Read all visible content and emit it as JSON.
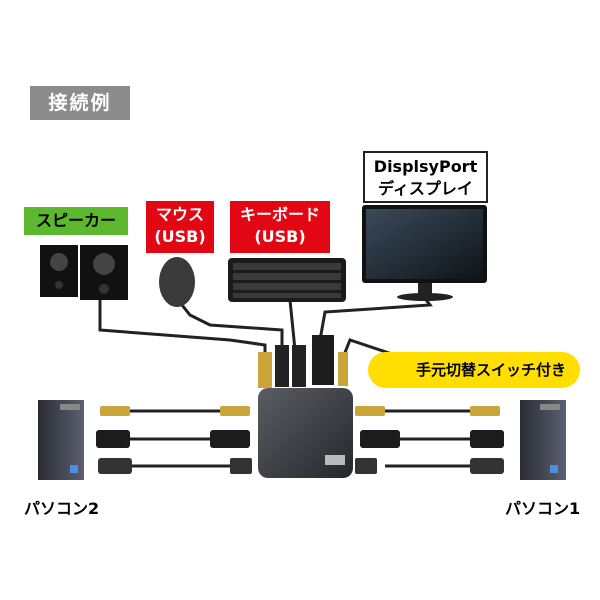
{
  "title": "接続例",
  "labels": {
    "speaker": "スピーカー",
    "mouse_line1": "マウス",
    "mouse_line2": "(USB)",
    "keyboard_line1": "キーボード",
    "keyboard_line2": "(USB)",
    "display_line1": "DisplsyPort",
    "display_line2": "ディスプレイ",
    "switch": "手元切替スイッチ付き",
    "pc2": "パソコン2",
    "pc1": "パソコン1"
  },
  "colors": {
    "badge_gray": "#8c8c8c",
    "speaker_green": "#5cb82e",
    "usb_red": "#e30613",
    "switch_yellow": "#ffde00"
  }
}
